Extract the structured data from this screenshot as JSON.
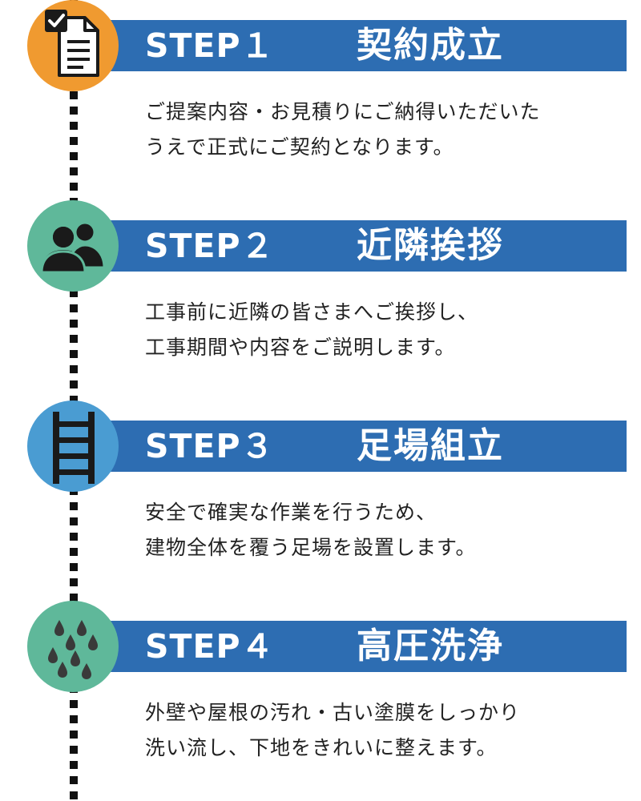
{
  "colors": {
    "bar": "#2d6db2",
    "circle_orange": "#f09a30",
    "circle_green": "#5fb89a",
    "circle_blue": "#4a9cd2",
    "icon": "#1a1a1a"
  },
  "steps": [
    {
      "label": "STEP１",
      "title": "契約成立",
      "icon": "document-check-icon",
      "lines": [
        "ご提案内容・お見積りにご納得いただいた",
        "うえで正式にご契約となります。"
      ]
    },
    {
      "label": "STEP２",
      "title": "近隣挨拶",
      "icon": "people-icon",
      "lines": [
        "工事前に近隣の皆さまへご挨拶し、",
        "工事期間や内容をご説明します。"
      ]
    },
    {
      "label": "STEP３",
      "title": "足場組立",
      "icon": "ladder-icon",
      "lines": [
        "安全で確実な作業を行うため、",
        "建物全体を覆う足場を設置します。"
      ]
    },
    {
      "label": "STEP４",
      "title": "高圧洗浄",
      "icon": "water-drops-icon",
      "lines": [
        "外壁や屋根の汚れ・古い塗膜をしっかり",
        "洗い流し、下地をきれいに整えます。"
      ]
    }
  ]
}
